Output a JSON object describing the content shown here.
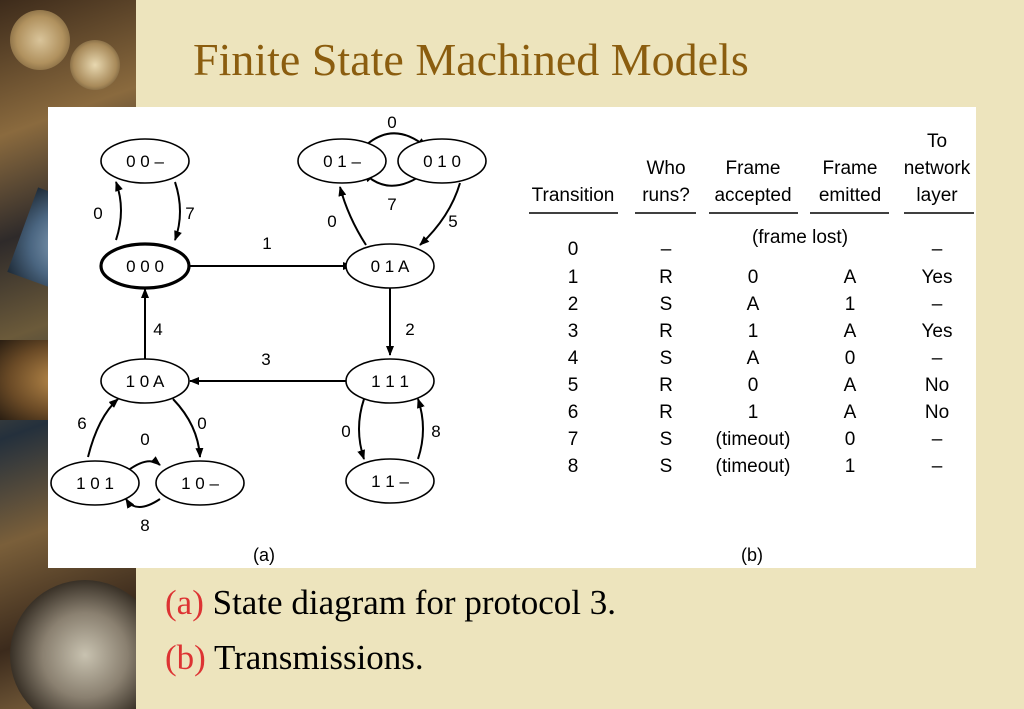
{
  "slide_title": "Finite State Machined Models",
  "diagram": {
    "states": [
      {
        "id": "s00d",
        "label": "0 0 –"
      },
      {
        "id": "s000",
        "label": "0 0 0"
      },
      {
        "id": "s01d",
        "label": "0 1 –"
      },
      {
        "id": "s010",
        "label": "0 1 0"
      },
      {
        "id": "s01A",
        "label": "0 1 A"
      },
      {
        "id": "s111",
        "label": "1 1 1"
      },
      {
        "id": "s11d",
        "label": "1 1 –"
      },
      {
        "id": "s10A",
        "label": "1 0 A"
      },
      {
        "id": "s101",
        "label": "1 0 1"
      },
      {
        "id": "s10d",
        "label": "1 0 –"
      }
    ],
    "edge_labels": [
      "0",
      "7",
      "1",
      "0",
      "7",
      "0",
      "5",
      "2",
      "3",
      "4",
      "6",
      "0",
      "0",
      "8",
      "0",
      "8"
    ],
    "label": "(a)"
  },
  "table": {
    "headers": [
      [
        "Transition"
      ],
      [
        "Who",
        "runs?"
      ],
      [
        "Frame",
        "accepted"
      ],
      [
        "Frame",
        "emitted"
      ],
      [
        "To",
        "network",
        "layer"
      ]
    ],
    "rows": [
      [
        "0",
        "–",
        "(frame lost)",
        "",
        "–"
      ],
      [
        "1",
        "R",
        "0",
        "A",
        "Yes"
      ],
      [
        "2",
        "S",
        "A",
        "1",
        "–"
      ],
      [
        "3",
        "R",
        "1",
        "A",
        "Yes"
      ],
      [
        "4",
        "S",
        "A",
        "0",
        "–"
      ],
      [
        "5",
        "R",
        "0",
        "A",
        "No"
      ],
      [
        "6",
        "R",
        "1",
        "A",
        "No"
      ],
      [
        "7",
        "S",
        "(timeout)",
        "0",
        "–"
      ],
      [
        "8",
        "S",
        "(timeout)",
        "1",
        "–"
      ]
    ],
    "label": "(b)"
  },
  "captions": [
    {
      "label": "(a)",
      "text": "State diagram for protocol 3."
    },
    {
      "label": "(b)",
      "text": "Transmissions."
    }
  ]
}
